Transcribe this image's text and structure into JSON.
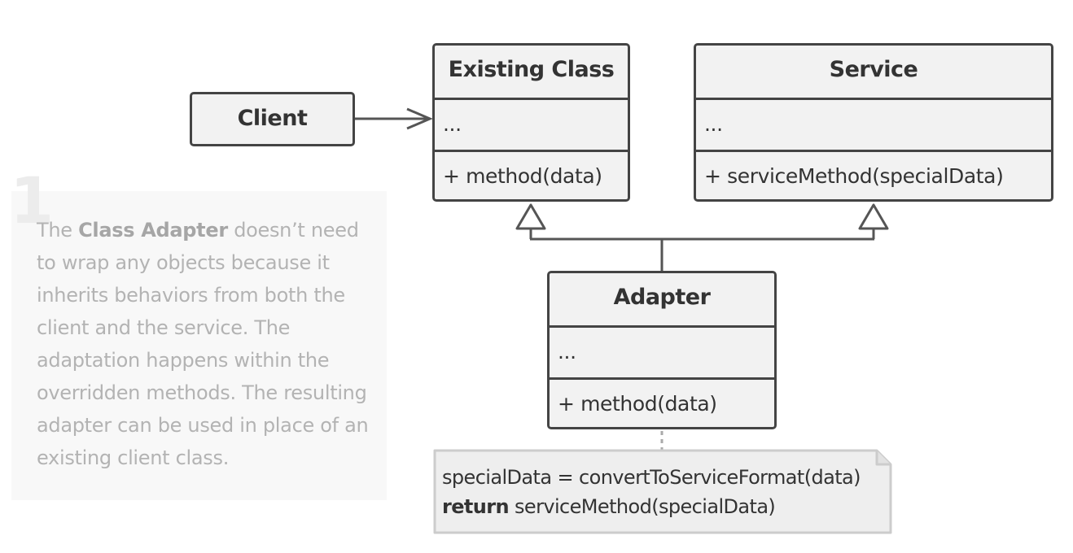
{
  "client": {
    "title": "Client"
  },
  "existing_class": {
    "title": "Existing Class",
    "fields": "...",
    "methods": "+ method(data)"
  },
  "service": {
    "title": "Service",
    "fields": "...",
    "methods": "+ serviceMethod(specialData)"
  },
  "adapter": {
    "title": "Adapter",
    "fields": "...",
    "methods": "+ method(data)"
  },
  "code_note": {
    "line1": "specialData = convertToServiceFormat(data)",
    "line2_keyword": "return",
    "line2_rest": " serviceMethod(specialData)"
  },
  "explanation": {
    "number": "1",
    "text_before": "The ",
    "term": "Class Adapter",
    "text_after": " doesn’t need to wrap any objects because it inherits behaviors from both the client and the service. The adaptation happens within the overridden methods. The resulting adapter can be used in place of an existing client class."
  },
  "colors": {
    "stroke": "#444444",
    "box_fill": "#f2f2f2",
    "note_fill": "#eeeeee",
    "note_border": "#cccccc",
    "caption_text": "#b3b3b3"
  }
}
